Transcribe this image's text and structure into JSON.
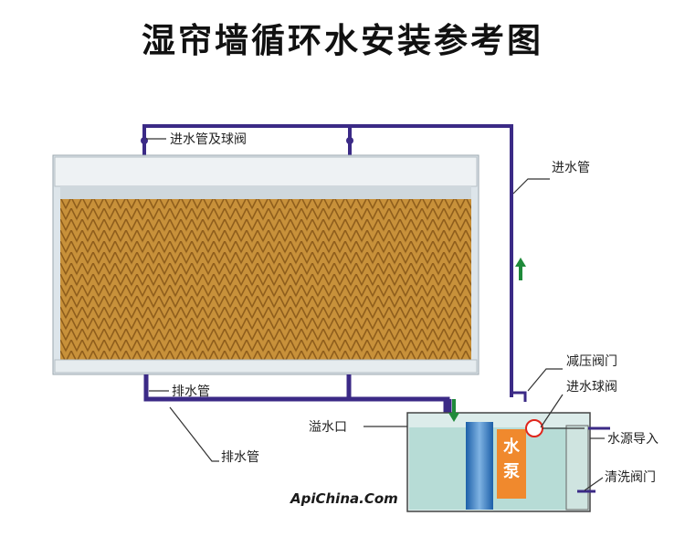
{
  "title": "湿帘墙循环水安装参考图",
  "labels": {
    "inlet_pipe_ball_valve": "进水管及球阀",
    "inlet_pipe": "进水管",
    "drain_pipe_top": "排水管",
    "drain_pipe_bottom": "排水管",
    "pressure_reducing_valve": "减压阀门",
    "inlet_ball_valve": "进水球阀",
    "overflow_port": "溢水口",
    "water_source_inlet": "水源导入",
    "cleaning_valve": "清洗阀门"
  },
  "pump": {
    "line1": "水",
    "line2": "泵"
  },
  "watermark": "ApiChina.Com",
  "colors": {
    "pipe": "#3b2a86",
    "pad": "#c8913a",
    "pad_frame": "#dde5ea",
    "tank_water": "#b7dcd6",
    "pump": "#f0892d",
    "arrow": "#1f8a3a"
  }
}
